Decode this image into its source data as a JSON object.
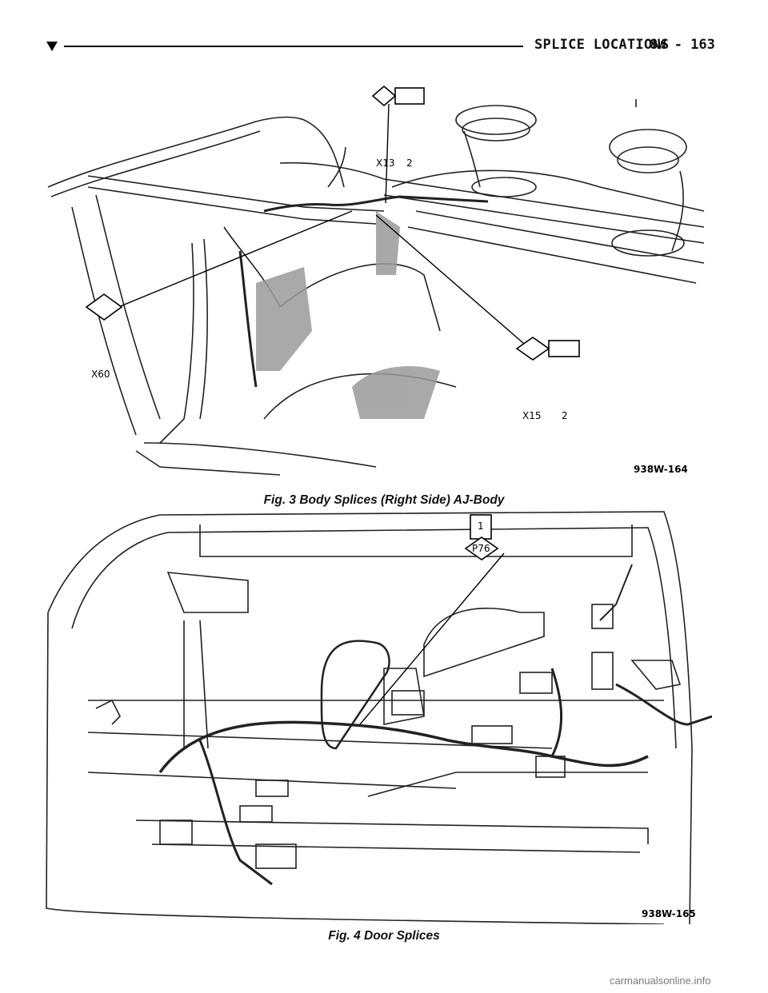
{
  "header": {
    "section_title": "SPLICE LOCATIONS",
    "page_number": "8W - 163"
  },
  "figures": [
    {
      "caption": "Fig. 3 Body Splices (Right Side) AJ-Body",
      "drawing_id": "938W-164",
      "callouts": [
        {
          "id": "X13",
          "value": "2"
        },
        {
          "id": "X60",
          "value": ""
        },
        {
          "id": "X15",
          "value": "2"
        }
      ]
    },
    {
      "caption": "Fig. 4 Door Splices",
      "drawing_id": "938W-165",
      "callouts": [
        {
          "id": "P76",
          "value": "1"
        }
      ]
    }
  ],
  "footer": {
    "watermark": "carmanualsonline.info"
  }
}
